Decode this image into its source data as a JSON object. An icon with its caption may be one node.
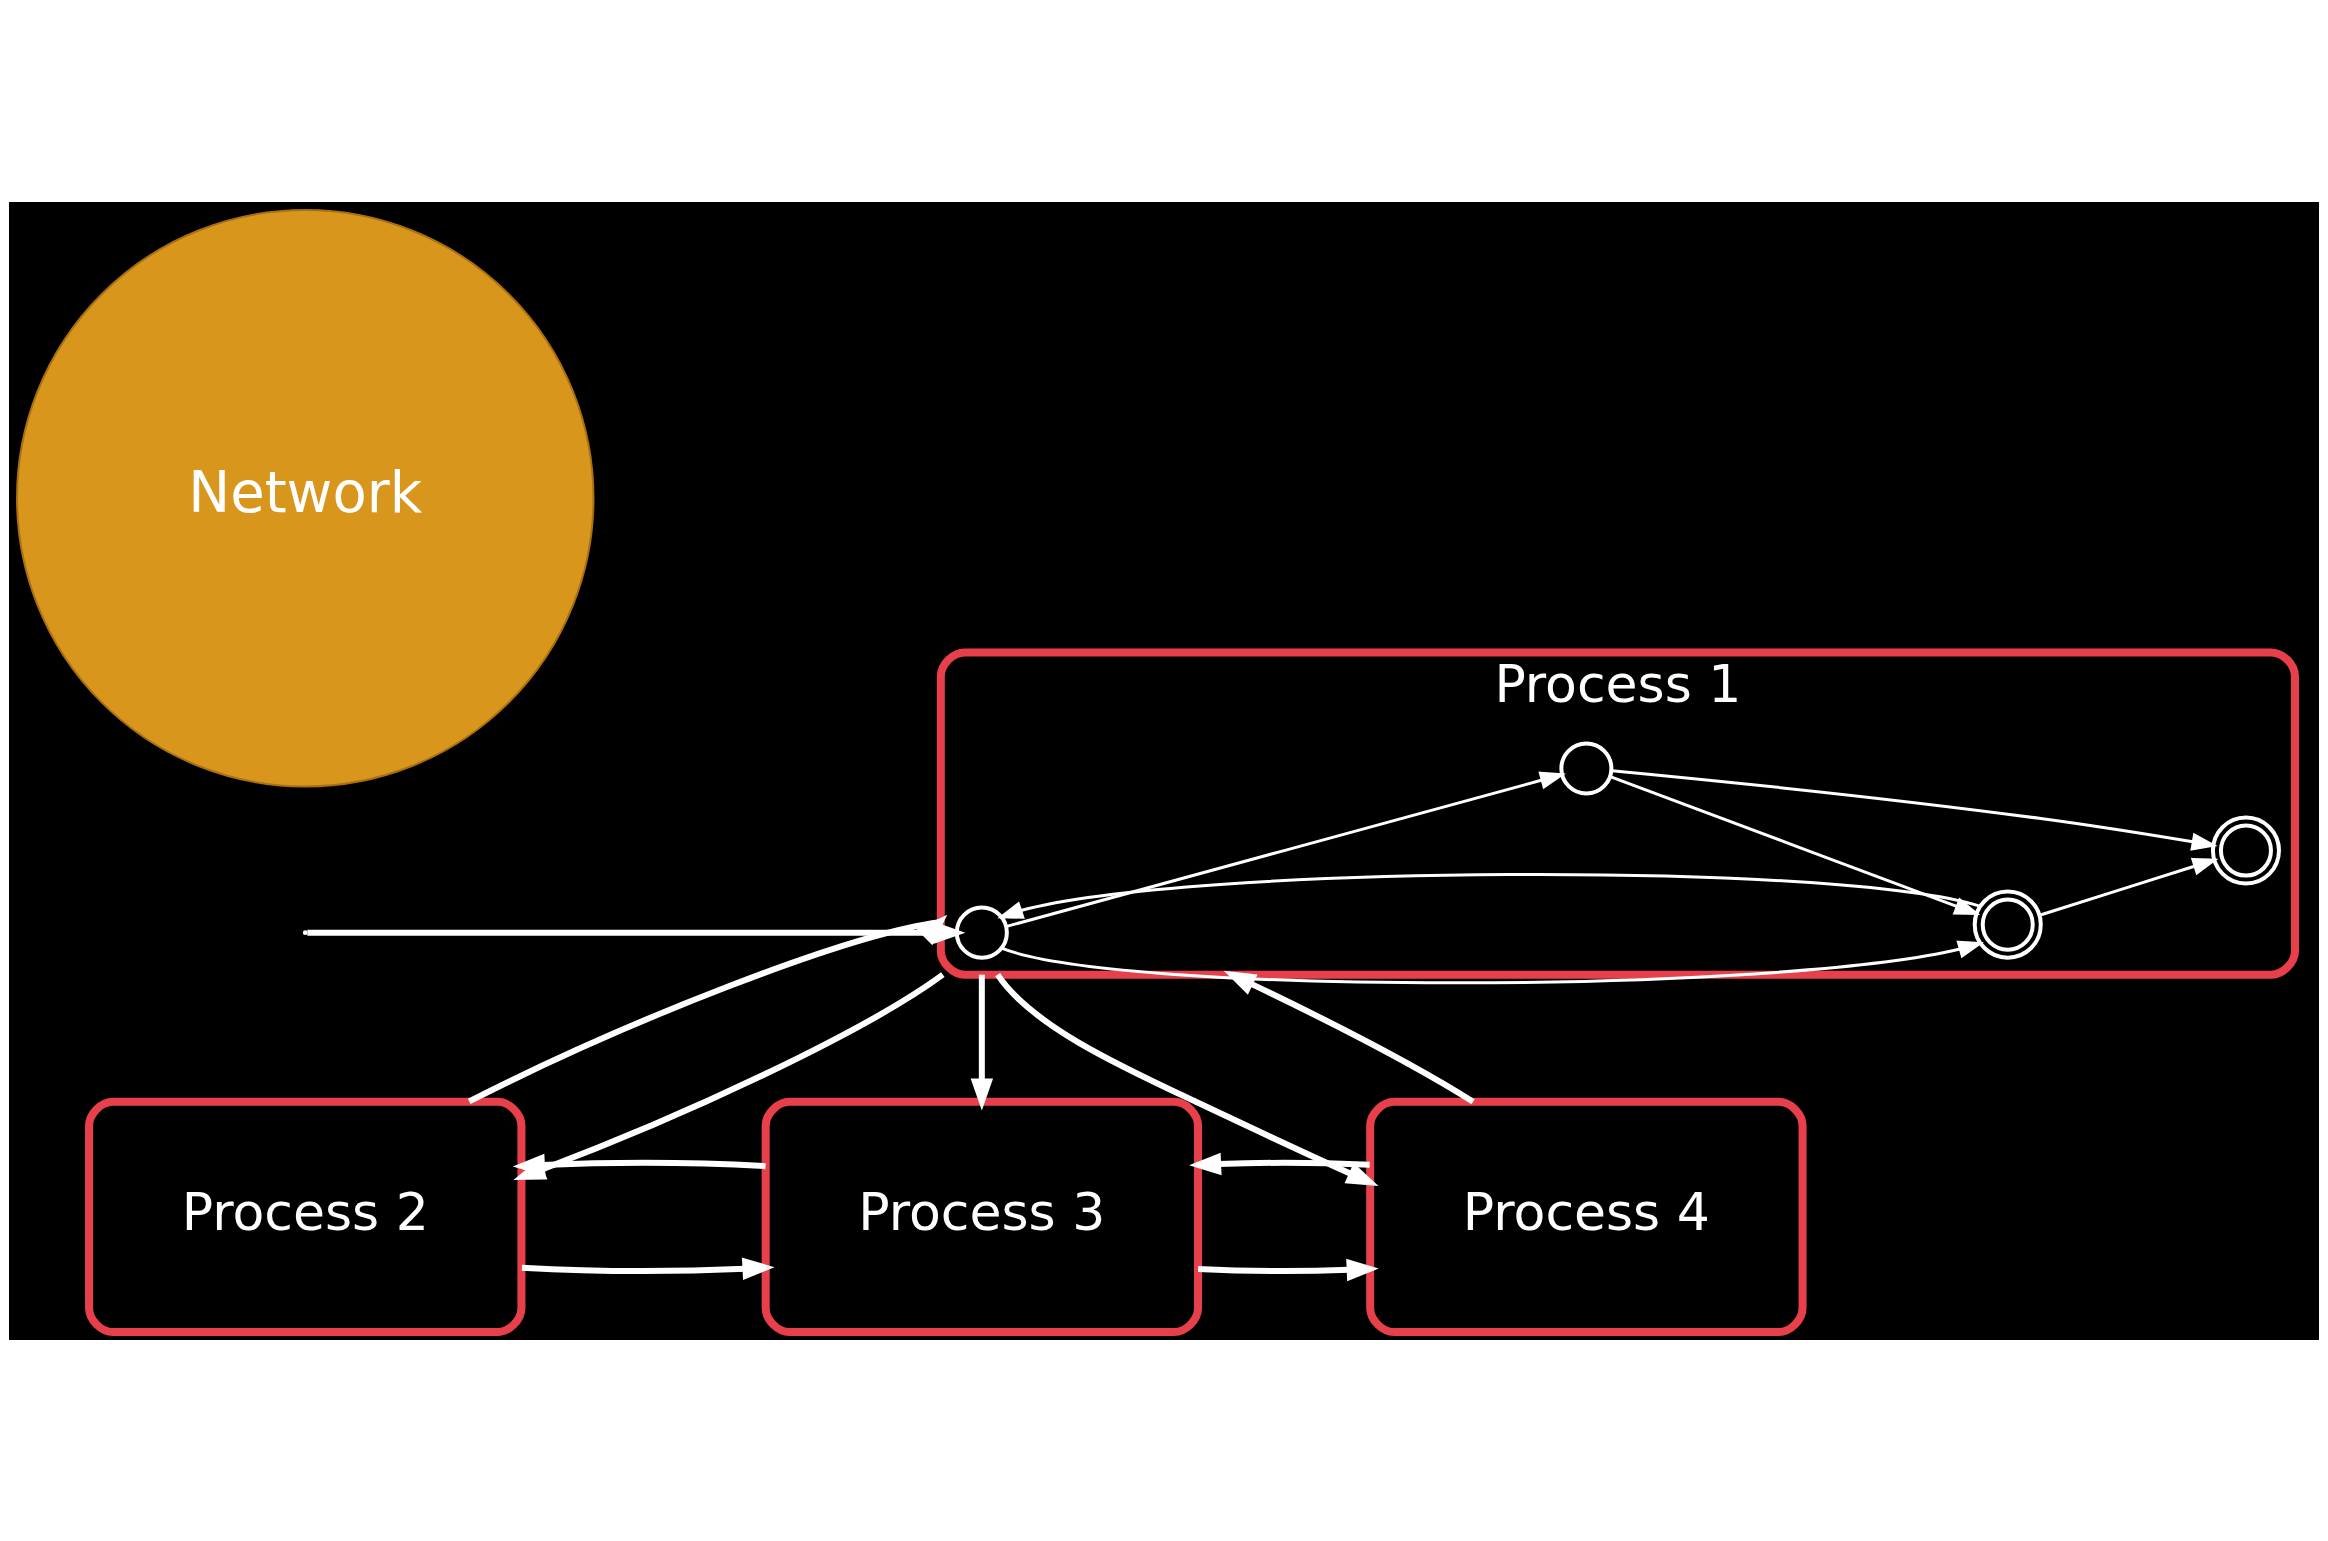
{
  "diagram": {
    "nodes": [
      {
        "text": [
          "Process 1"
        ]
      },
      {
        "text": [],
        "shape": "circle",
        "in": 0
      },
      {
        "text": [],
        "shape": "doublecircle",
        "in": 0
      },
      {
        "text": [],
        "shape": "circle",
        "in": 0
      },
      {
        "text": [],
        "shape": "doublecircle",
        "in": 0
      },
      {
        "text": [
          "Network"
        ]
      },
      {
        "text": [
          "Process 2"
        ]
      },
      {
        "text": [
          "Process 4"
        ]
      },
      {
        "text": [
          "Process 3"
        ]
      }
    ],
    "edges": [
      {
        "from": null,
        "to": 1,
        "arrow": "to"
      },
      {
        "from": 1,
        "to": 2,
        "arrow": "to"
      },
      {
        "from": 2,
        "to": 1,
        "arrow": "to"
      },
      {
        "from": 1,
        "to": 3,
        "arrow": "to"
      },
      {
        "from": 3,
        "to": 2,
        "arrow": "to"
      },
      {
        "from": 2,
        "to": 4,
        "arrow": "to"
      },
      {
        "from": 3,
        "to": 4,
        "arrow": "to"
      },
      {
        "from": 0,
        "to": 6,
        "arrow": "to"
      },
      {
        "from": 6,
        "to": 0,
        "arrow": "to"
      },
      {
        "from": 0,
        "to": 7,
        "arrow": "to"
      },
      {
        "from": 7,
        "to": 0,
        "arrow": "to"
      },
      {
        "from": 0,
        "to": 8,
        "arrow": "to"
      },
      {
        "from": 6,
        "to": 8,
        "arrow": "to"
      },
      {
        "from": 8,
        "to": 6,
        "arrow": "to"
      },
      {
        "from": 8,
        "to": 7,
        "arrow": "to"
      },
      {
        "from": 7,
        "to": 8,
        "arrow": "to"
      }
    ]
  }
}
